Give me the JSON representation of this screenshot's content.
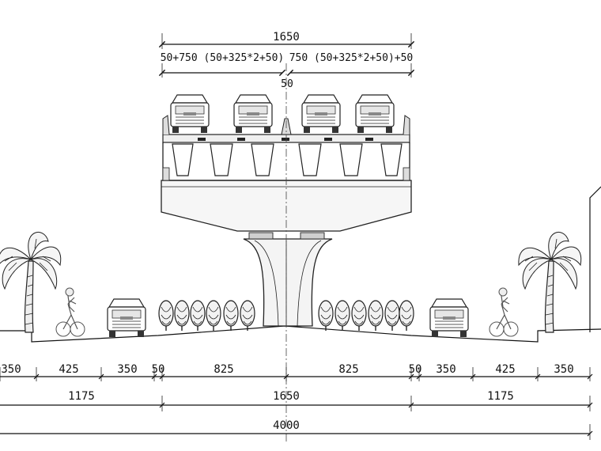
{
  "top_dimensions": {
    "total": "1650",
    "left_half": "50+750 (50+325*2+50)",
    "right_half": "750 (50+325*2+50)+50",
    "median": "50"
  },
  "bottom_dimensions": {
    "row1": [
      "350",
      "425",
      "350",
      "50",
      "825",
      "825",
      "50",
      "350",
      "425",
      "350"
    ],
    "row2": [
      "1175",
      "1650",
      "1175"
    ],
    "row3": "4000"
  },
  "icons": {
    "palm_tree": "palm-tree-icon",
    "car": "car-icon",
    "cyclist": "cyclist-icon",
    "shrub": "shrub-icon"
  }
}
